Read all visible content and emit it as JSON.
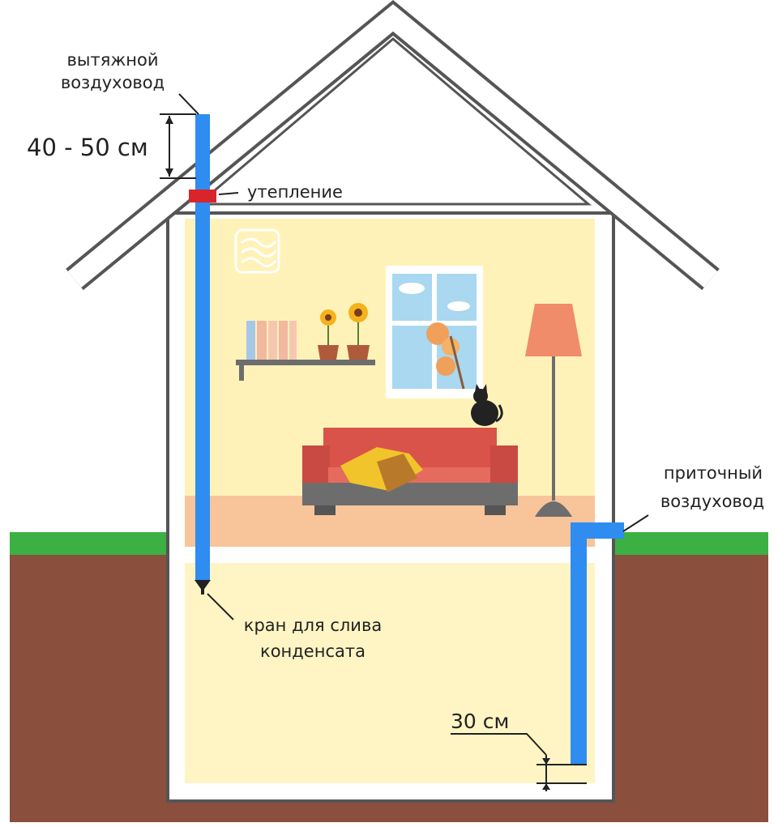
{
  "labels": {
    "exhaust_line1": "вытяжной",
    "exhaust_line2": "воздуховод",
    "height_above_roof": "40 - 50 см",
    "insulation": "утепление",
    "supply_line1": "приточный",
    "supply_line2": "воздуховод",
    "drain_line1": "кран для слива",
    "drain_line2": "конденсата",
    "height_above_floor": "30 см"
  },
  "colors": {
    "duct": "#2f8cf0",
    "insulation": "#d8252b",
    "wall": "#ffffff",
    "wall_outline": "#555555",
    "ground": "#8a4f3d",
    "grass": "#3cb043",
    "room": "#fff2b8",
    "basement": "#fff5c4",
    "floor": "#f8c49a",
    "sofa": "#d9534a",
    "lamp_shade": "#f08c6a"
  },
  "icons": {
    "logo": "waves-logo-icon",
    "drain_valve": "valve-icon"
  }
}
